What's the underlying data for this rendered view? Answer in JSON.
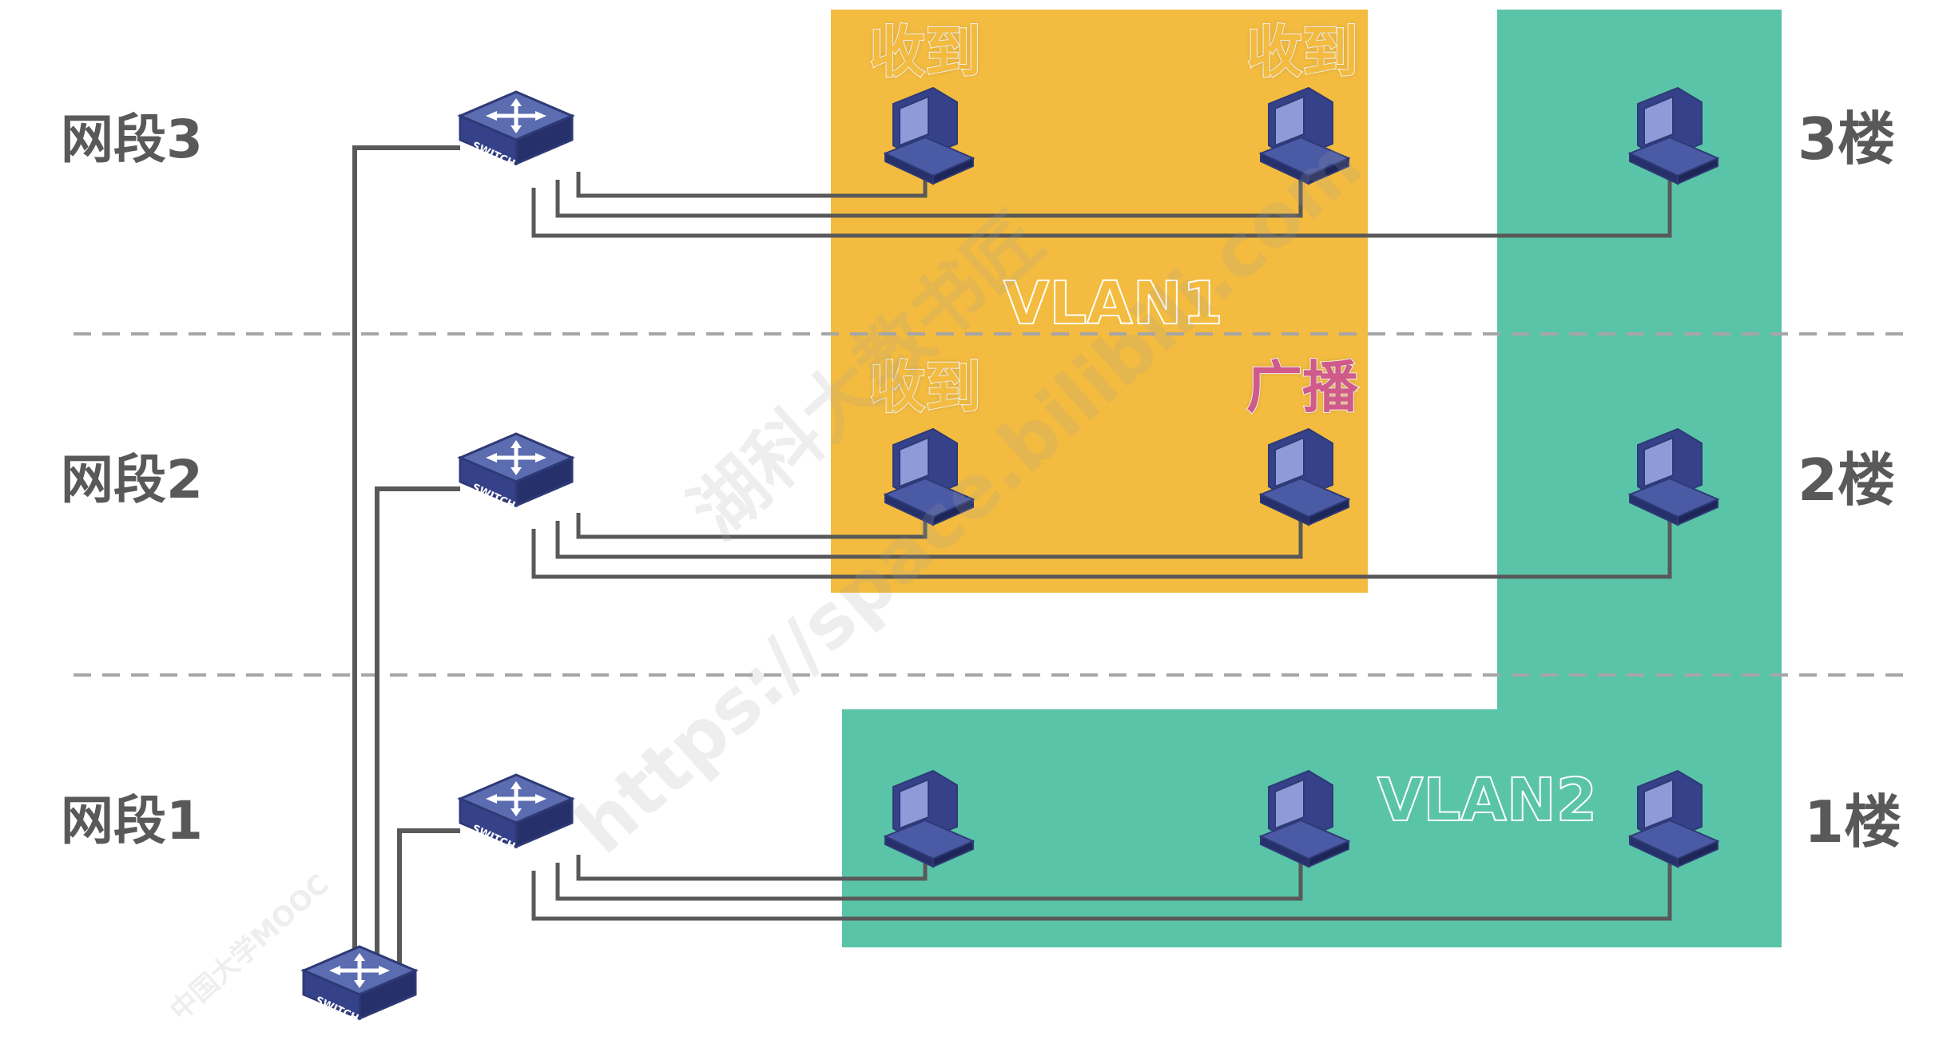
{
  "segments": {
    "seg3": "网段3",
    "seg2": "网段2",
    "seg1": "网段1"
  },
  "floors": {
    "f3": "3楼",
    "f2": "2楼",
    "f1": "1楼"
  },
  "vlans": {
    "vlan1": "VLAN1",
    "vlan2": "VLAN2"
  },
  "tags": {
    "f3_left": "收到",
    "f3_right": "收到",
    "f2_left": "收到",
    "f2_right": "广播"
  },
  "switch_text": "SWITCH",
  "watermark": {
    "main": "湖科大教书匠",
    "url": "https://space.bilibili.com",
    "site": "中国大学MOOC"
  },
  "colors": {
    "vlan1": "#f3bb3f",
    "vlan2": "#5ac4a8",
    "received": "#f3bb3f",
    "broadcast": "#d05a8a",
    "line": "#595959",
    "divider": "#a6a6a6"
  }
}
